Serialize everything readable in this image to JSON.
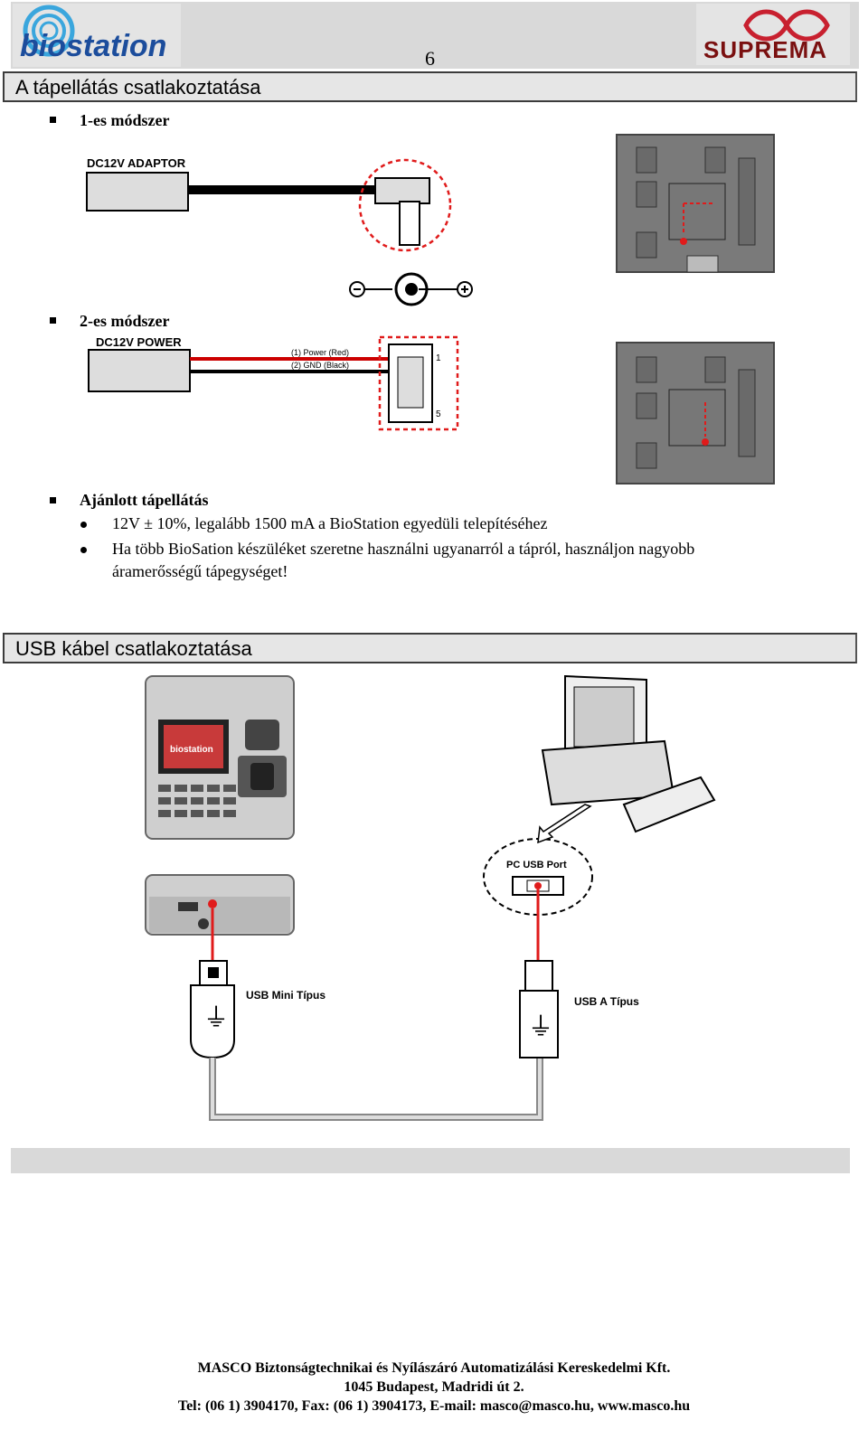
{
  "header": {
    "left_logo_text": "biostation",
    "right_logo_text": "SUPREMA",
    "page_number": "6"
  },
  "power_section": {
    "title": "A tápellátás csatlakoztatása",
    "method1": {
      "label": "1-es módszer",
      "adaptor_label": "DC12V ADAPTOR"
    },
    "method2": {
      "label": "2-es módszer",
      "power_label": "DC12V POWER",
      "wire_red": "(1) Power (Red)",
      "wire_black": "(2) GND (Black)",
      "pin_top": "1",
      "pin_bottom": "5"
    },
    "polarity": {
      "minus": "-",
      "plus": "+"
    },
    "recommended": {
      "label": "Ajánlott tápellátás",
      "bullet1": "12V ± 10%, legalább 1500 mA a BioStation egyedüli telepítéséhez",
      "bullet2_line1": "Ha több BioSation készüléket szeretne használni ugyanarról a tápról, használjon nagyobb",
      "bullet2_line2": "áramerősségű tápegységet!"
    }
  },
  "usb_section": {
    "title": "USB kábel csatlakoztatása",
    "device_logo": "biostation",
    "pc_port_label": "PC USB Port",
    "mini_label": "USB Mini Típus",
    "a_label": "USB A Típus"
  },
  "footer": {
    "line1": "MASCO Biztonságtechnikai és Nyílászáró Automatizálási Kereskedelmi Kft.",
    "line2": "1045 Budapest, Madridi út 2.",
    "line3": "Tel: (06 1) 3904170, Fax: (06 1) 3904173, E-mail: masco@masco.hu, www.masco.hu"
  },
  "colors": {
    "accent_red": "#e01b1b",
    "section_bg": "#e6e6e6",
    "device_gray": "#7a7a7a"
  }
}
